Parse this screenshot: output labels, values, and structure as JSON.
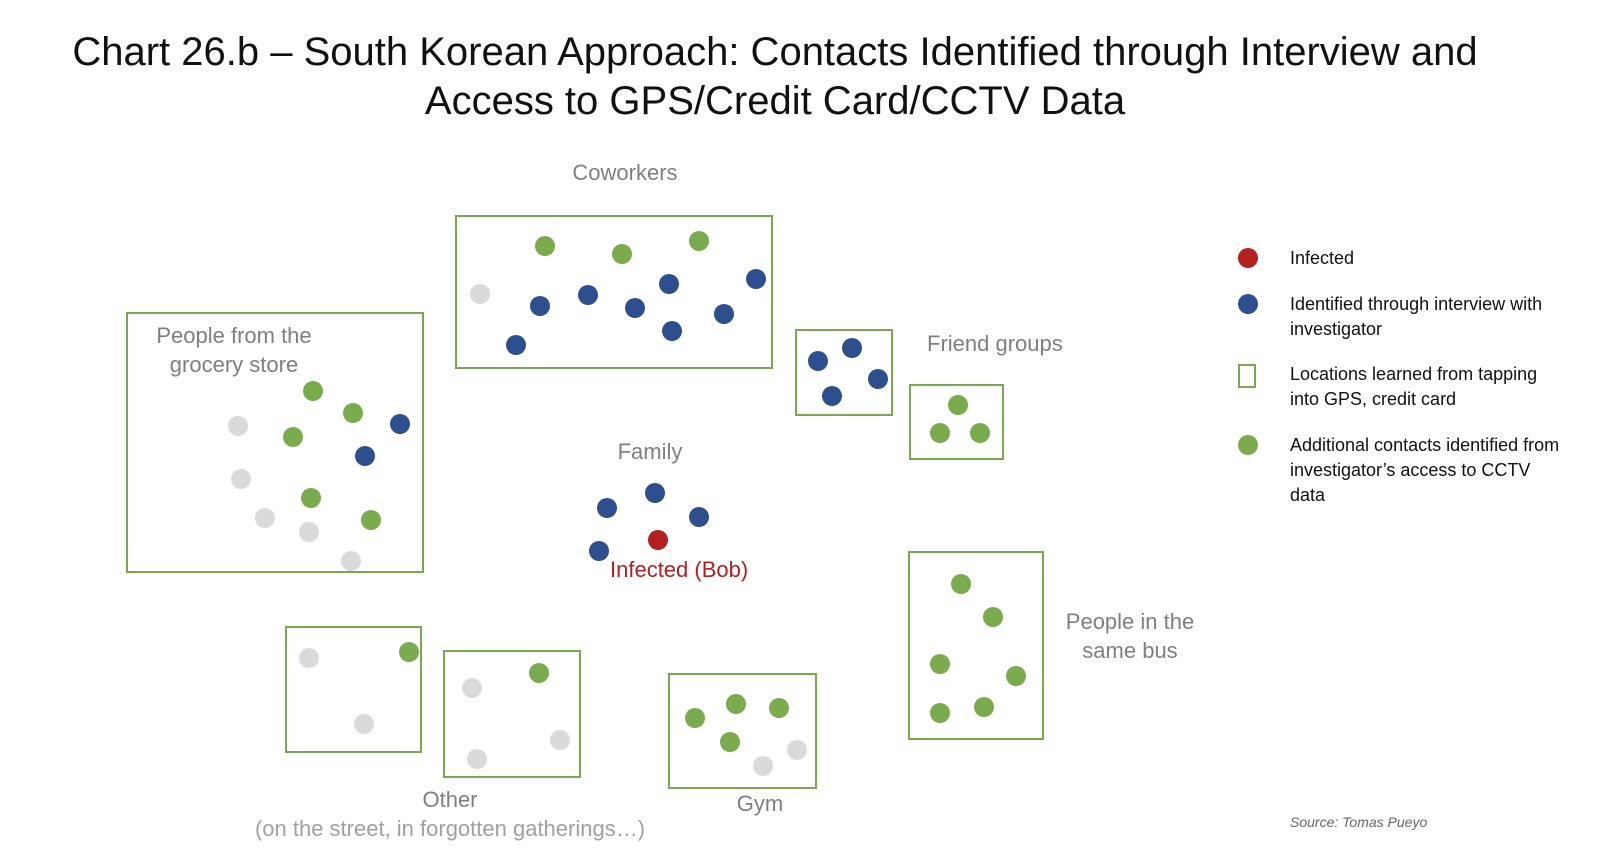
{
  "title": {
    "line1": "Chart 26.b – South Korean Approach: Contacts Identified through Interview and",
    "line2": "Access to GPS/Credit Card/CCTV Data"
  },
  "colors": {
    "infected": "#b32020",
    "interview": "#2d4f8e",
    "cctv": "#7aab4d",
    "unknown": "#dadada",
    "location_box": "#7aa84f"
  },
  "groups": {
    "coworkers": "Coworkers",
    "grocery_line1": "People from the",
    "grocery_line2": "grocery store",
    "friends": "Friend groups",
    "family": "Family",
    "bus_line1": "People in the",
    "bus_line2": "same bus",
    "other_line1": "Other",
    "other_line2": "(on the street, in forgotten gatherings…)",
    "gym": "Gym"
  },
  "infected_label": "Infected (Bob)",
  "legend": {
    "infected": "Infected",
    "interview": "Identified through interview with investigator",
    "locations": "Locations learned from tapping into GPS, credit card",
    "cctv": "Additional contacts identified from investigator’s access to CCTV data"
  },
  "source": "Source: Tomas Pueyo"
}
